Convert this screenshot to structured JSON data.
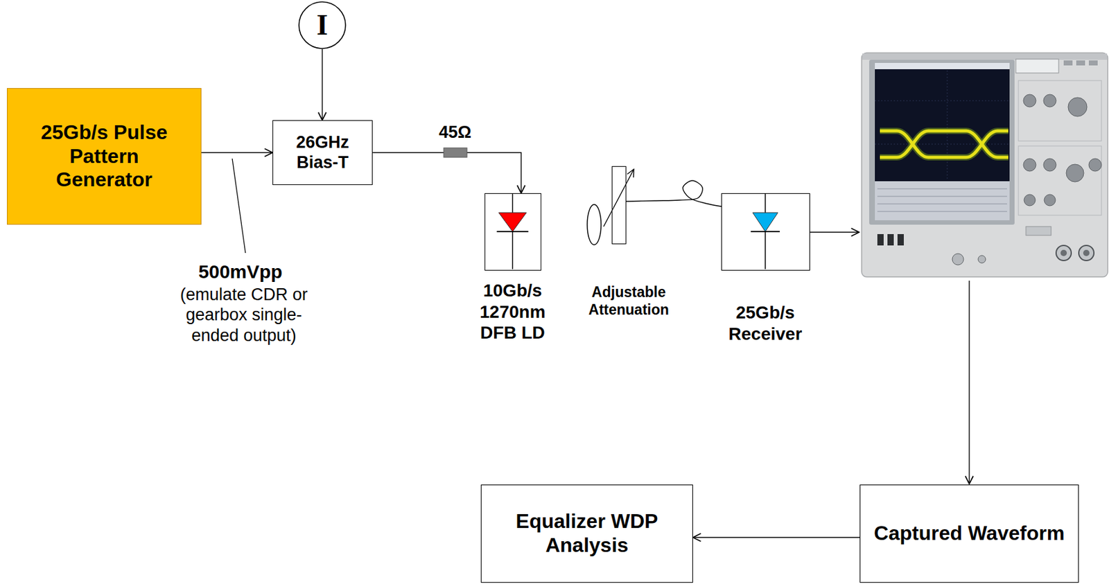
{
  "diagram": {
    "nodes": [
      {
        "text": [
          "I"
        ]
      },
      {
        "text": [
          "25Gb/s Pulse Pattern Generator"
        ]
      },
      {
        "text": [
          "26GHz Bias-T"
        ]
      },
      {
        "text": [
          "10Gb/s 1270nm DFB LD"
        ]
      },
      {
        "text": [
          "Adjustable Attenuation"
        ]
      },
      {
        "text": [
          "25Gb/s Receiver"
        ]
      },
      {
        "text": [
          "Equalizer WDP Analysis"
        ]
      },
      {
        "text": [
          "Captured Waveform"
        ]
      }
    ],
    "edges": [
      {
        "from": 1,
        "to": 2,
        "arrow": "to"
      },
      {
        "from": 0,
        "to": 2,
        "arrow": "to"
      },
      {
        "from": 2,
        "to": 3,
        "arrow": "to",
        "label": "45Ω"
      },
      {
        "from": 4,
        "to": 5,
        "arrow": "none"
      },
      {
        "from": 7,
        "to": 6,
        "arrow": "to"
      }
    ],
    "labels": [
      "500mVpp",
      "(emulate CDR or gearbox single-ended output)"
    ]
  }
}
